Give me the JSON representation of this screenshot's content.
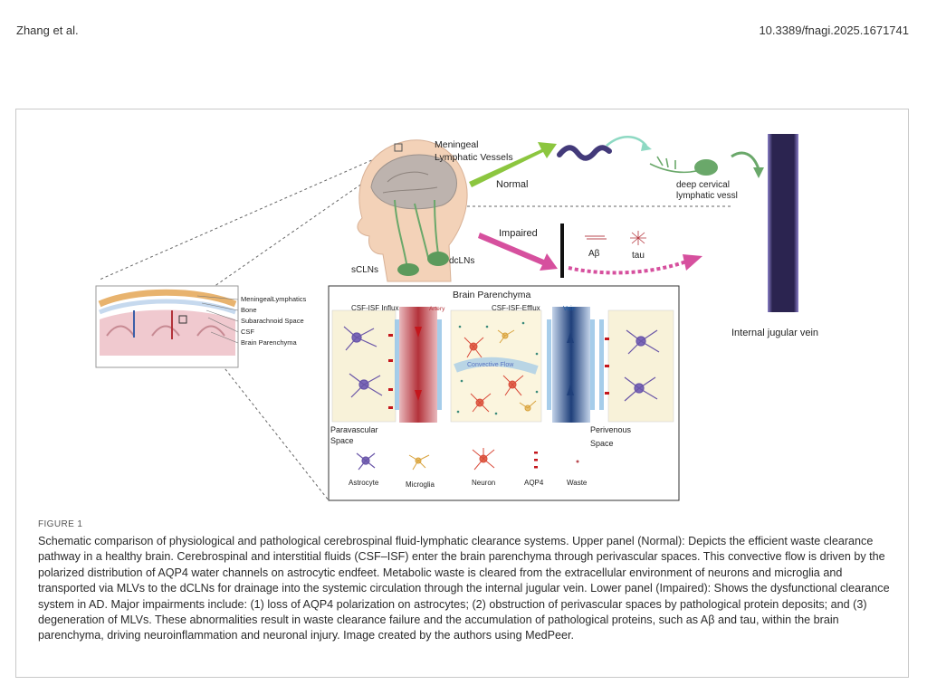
{
  "header": {
    "authors": "Zhang et al.",
    "doi": "10.3389/fnagi.2025.1671741"
  },
  "figure": {
    "labels": {
      "meningeal_lymphatic_vessels_1": "Meningeal",
      "meningeal_lymphatic_vessels_2": "Lymphatic Vessels",
      "normal": "Normal",
      "impaired": "Impaired",
      "deep_cervical_1": "deep cervical",
      "deep_cervical_2": "lymphatic vessl",
      "abeta": "Aβ",
      "tau": "tau",
      "dclns": "dcLNs",
      "sclns": "sCLNs",
      "internal_jugular_vein": "Internal jugular vein",
      "brain_parenchyma": "Brain Parenchyma",
      "csf_isf_influx": "CSF-ISF Influx",
      "csf_isf_efflux": "CSF-ISF-Efflux",
      "artery": "Artery",
      "vein": "Vein",
      "convective_flow": "Convective Flow",
      "paravascular_1": "Paravascular",
      "paravascular_2": "Space",
      "perivenous_1": "Perivenous",
      "perivenous_2": "Space"
    },
    "inset_labels": [
      "MeningealLymphatics",
      "Bone",
      "Subarachnoid Space",
      "CSF",
      "Brain Parenchyma"
    ],
    "legend": [
      "Astrocyte",
      "Microglia",
      "Neuron",
      "AQP4",
      "Waste"
    ],
    "colors": {
      "normal_arrow": "#8cc63f",
      "impaired_arrow": "#d6509e",
      "vein_dark": "#2b2450",
      "vein_light": "#8a7fc8",
      "artery": "#b3323a",
      "lymph_green": "#6aa86a"
    }
  },
  "caption": {
    "label": "FIGURE 1",
    "text": "Schematic comparison of physiological and pathological cerebrospinal fluid-lymphatic clearance systems. Upper panel (Normal): Depicts the efficient waste clearance pathway in a healthy brain. Cerebrospinal and interstitial fluids (CSF–ISF) enter the brain parenchyma through perivascular spaces. This convective flow is driven by the polarized distribution of AQP4 water channels on astrocytic endfeet. Metabolic waste is cleared from the extracellular environment of neurons and microglia and transported via MLVs to the dCLNs for drainage into the systemic circulation through the internal jugular vein. Lower panel (Impaired): Shows the dysfunctional clearance system in AD. Major impairments include: (1) loss of AQP4 polarization on astrocytes; (2) obstruction of perivascular spaces by pathological protein deposits; and (3) degeneration of MLVs. These abnormalities result in waste clearance failure and the accumulation of pathological proteins, such as Aβ and tau, within the brain parenchyma, driving neuroinflammation and neuronal injury. Image created by the authors using MedPeer."
  }
}
